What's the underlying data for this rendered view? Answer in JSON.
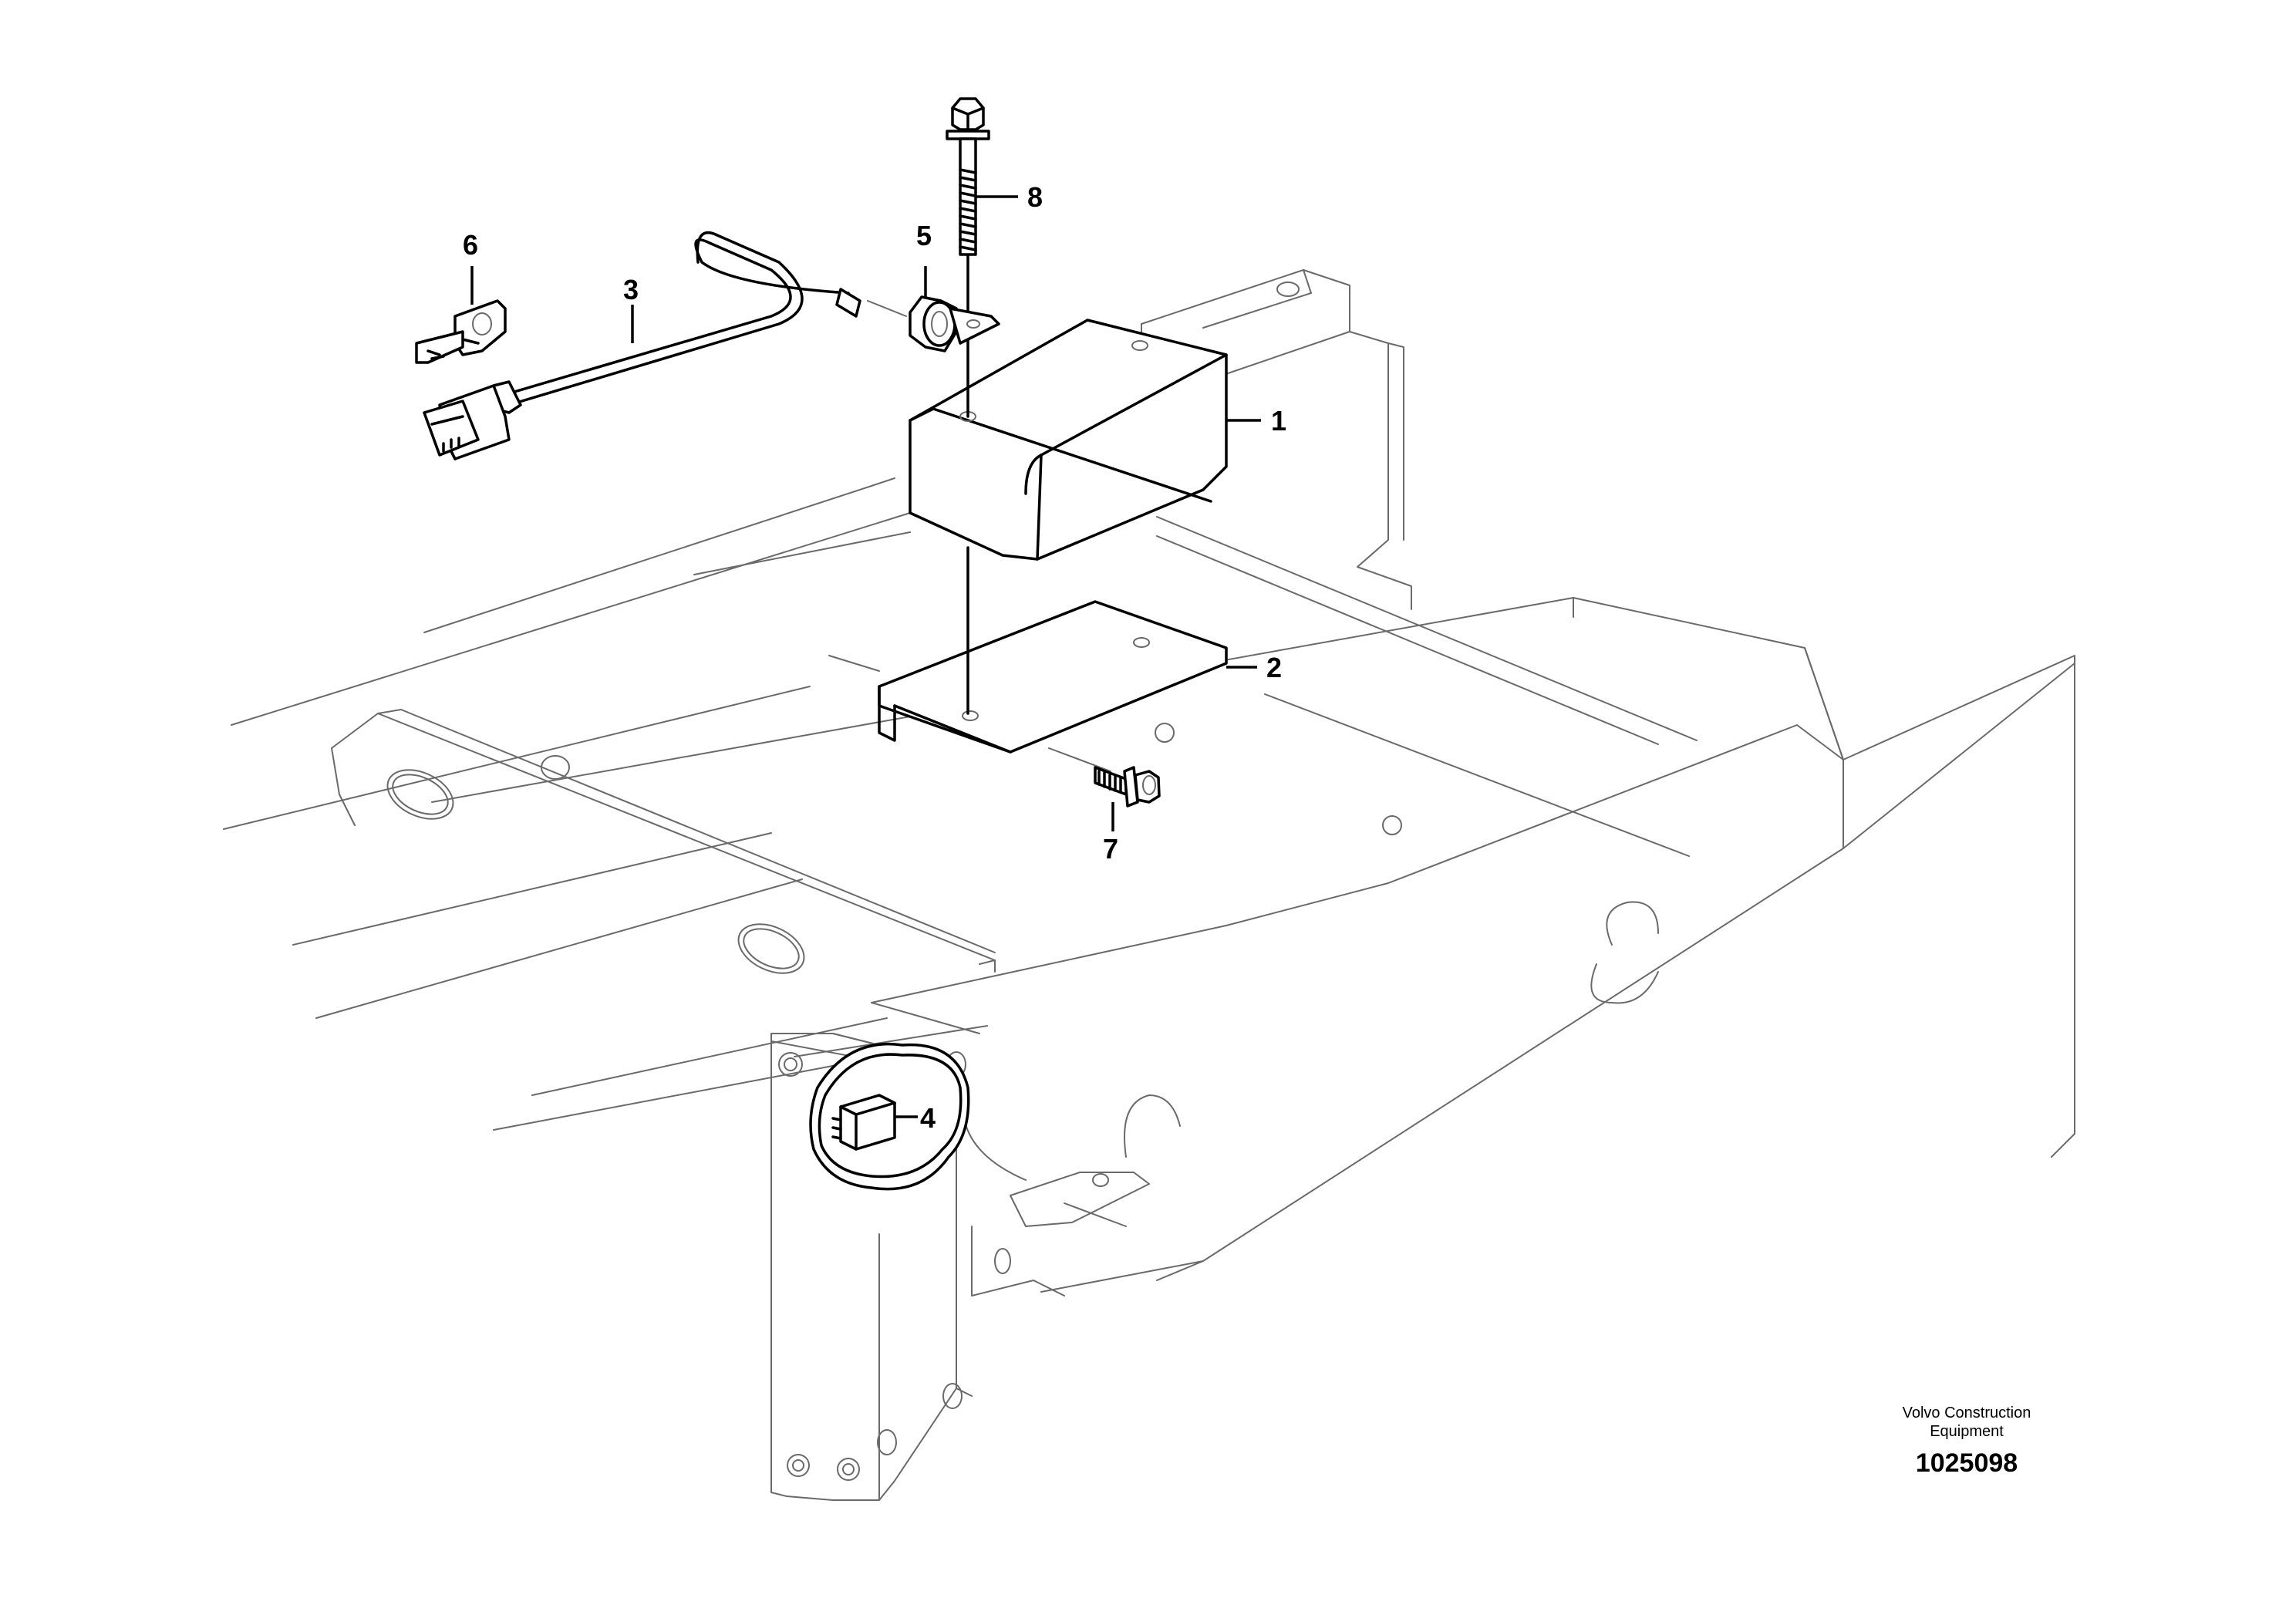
{
  "callouts": {
    "c1": "1",
    "c2": "2",
    "c3": "3",
    "c4": "4",
    "c5": "5",
    "c6": "6",
    "c7": "7",
    "c8": "8"
  },
  "caption": {
    "company_line1": "Volvo Construction",
    "company_line2": "Equipment",
    "drawing_number": "1025098"
  }
}
